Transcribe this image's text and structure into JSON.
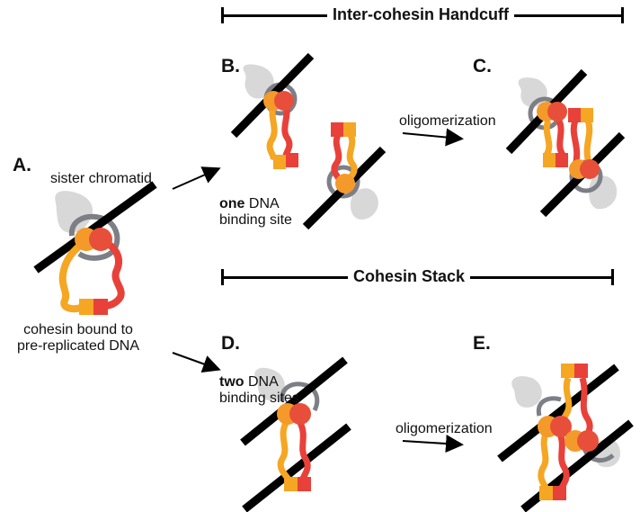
{
  "sections": {
    "top_title": "Inter-cohesin Handcuff",
    "bottom_title": "Cohesin Stack"
  },
  "panels": {
    "a": "A.",
    "b": "B.",
    "c": "C.",
    "d": "D.",
    "e": "E."
  },
  "labels": {
    "sister_chromatid": "sister chromatid",
    "one_bold": "one",
    "one_rest": " DNA",
    "one_line2": "binding site",
    "two_bold": "two",
    "two_rest": " DNA",
    "two_line2": "binding sites",
    "oligomerization_top": "oligomerization",
    "oligomerization_bottom": "oligomerization",
    "cohesin_line1": "cohesin bound to",
    "cohesin_line2": "pre-replicated DNA"
  },
  "colors": {
    "dna": "#000000",
    "orange": "#f5a623",
    "red": "#e8413a",
    "gray_ring": "#7d7f86",
    "gray_blob": "#d8d8d8",
    "hinge_orange": "#f39a2a",
    "hinge_red": "#e84f3a"
  }
}
